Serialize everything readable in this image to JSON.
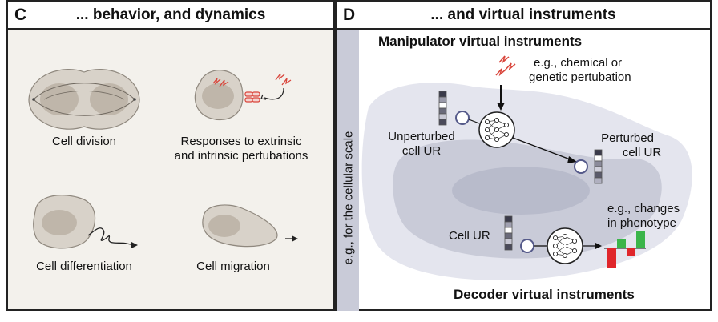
{
  "panel_c": {
    "letter": "C",
    "title": "... behavior, and dynamics",
    "labels": {
      "cell_division": "Cell division",
      "responses_line1": "Responses to extrinsic",
      "responses_line2": "and intrinsic pertubations",
      "cell_differentiation": "Cell differentiation",
      "cell_migration": "Cell migration"
    }
  },
  "panel_d": {
    "letter": "D",
    "title": "... and virtual instruments",
    "side_label": "e.g., for the cellular scale",
    "manipulator_title": "Manipulator virtual instruments",
    "perturbation_line1": "e.g., chemical or",
    "perturbation_line2": "genetic pertubation",
    "unperturbed_line1": "Unperturbed",
    "unperturbed_line2": "cell UR",
    "perturbed_line1": "Perturbed",
    "perturbed_line2": "cell UR",
    "cell_ur": "Cell UR",
    "phenotype_line1": "e.g., changes",
    "phenotype_line2": "in phenotype",
    "decoder_title": "Decoder virtual instruments"
  },
  "colors": {
    "cell_fill": "#d8d2c9",
    "nucleus_fill": "#bfb6aa",
    "panel_c_bg": "#f3f1ec",
    "cloud_outer": "#e4e5ee",
    "cloud_inner": "#c9cbd8",
    "side_band": "#c9cbd8",
    "perturbation_red": "#d9453b",
    "bar_green": "#3bb54a",
    "bar_red": "#e0262b"
  },
  "icons": [
    "lightning-icon",
    "neural-network-icon",
    "vector-strip-icon",
    "cell-receptor-icon"
  ]
}
